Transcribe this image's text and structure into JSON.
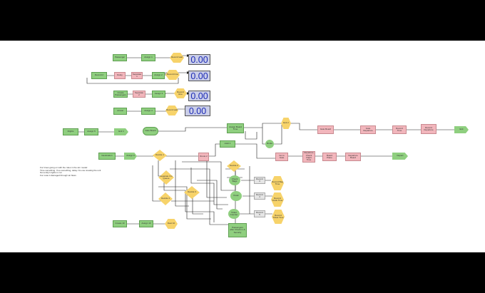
{
  "displays": [
    "0.00",
    "0.00",
    "0.00",
    "0.00"
  ],
  "nodes": {
    "generate_top": "Passenger",
    "assign_a": "Assign 1",
    "decide_top": "Record wait",
    "generate_b": "Record 2",
    "pink_b": "Delay",
    "seize_b": "Separate 1",
    "assign_b": "Assign 2",
    "decide_b": "Record time",
    "gen_c": "Create Passengers",
    "pink_c": "Separate 2",
    "assign_c": "Assign 3",
    "decide_c": "Record time",
    "gen_d": "Arrival",
    "assign_d": "Assign 4",
    "decide_d": "Record wait",
    "flights": "Flights",
    "assign_f": "Assign 5",
    "dispose_f": "Exit 1",
    "arrival_f": "Gate Board",
    "batch": "Assign Board Time",
    "decide_main": "Exit 2",
    "route": "Route",
    "pink1": "Gate Board",
    "pink2": "Gate Departure",
    "pink3": "Record Time",
    "pink4": "Record Departure",
    "exit_top": "Exit",
    "g_arrivals": "Destination",
    "assign_g": "Assign 6",
    "decide_g": "Decide 1",
    "pink_route": "Route 2",
    "hold": "Hold 1",
    "decide_h": "Decide 2",
    "decide_i": "Separate 3 in Queue",
    "decide_j": "Decide 3",
    "decide_k": "Decide 4",
    "pink5": "Go to Gate",
    "pink6": "Departure Check Flight Time",
    "pink7": "Board Plane",
    "pink8": "Departure Board",
    "exit2": "Depart",
    "circ1": "Check Bags",
    "circ2": "Kiosk",
    "circ3": "Ticket Counter",
    "grey1": "Record 3",
    "grey2": "Record 4",
    "grey3": "Record 5",
    "hex1": "Record Bag Time",
    "hex2": "Record Kiosk Time",
    "hex3": "Record Ticket Time",
    "bottom_green": "Passengers after Check in & Security",
    "gen_bottom": "Create 10",
    "assign_bottom": "Assign 10",
    "decide_bottom": "Dest 10"
  },
  "notes": [
    "For times going on with the rules in the sim model:",
    "Time something. If so something, delay. No one creating the unit",
    "Not entity's lights in run",
    "For route it damaged through air flows"
  ]
}
